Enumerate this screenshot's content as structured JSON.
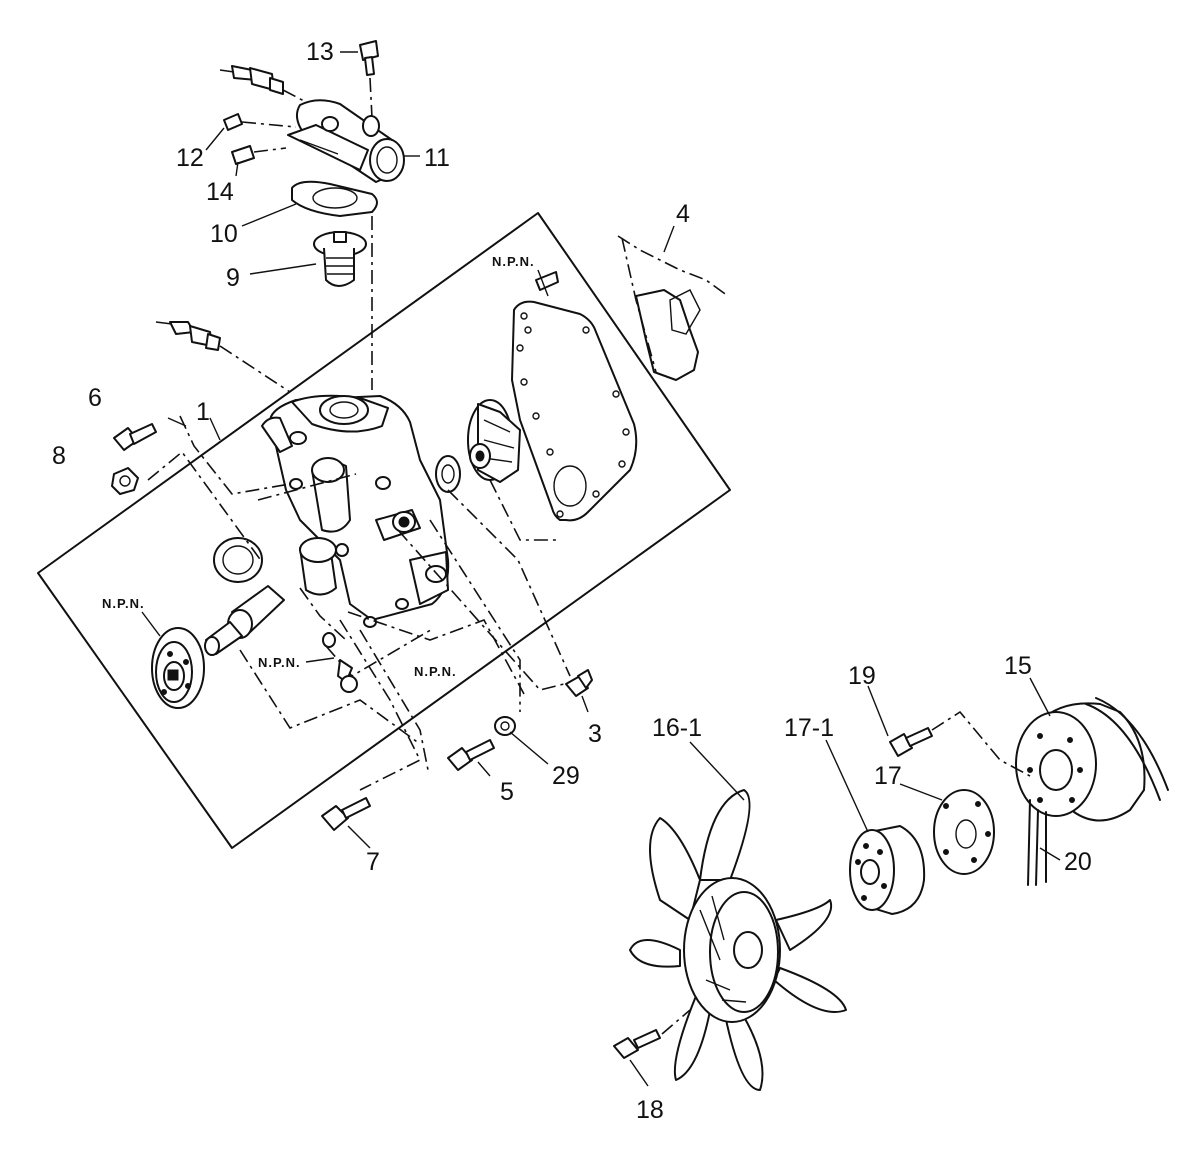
{
  "callouts": {
    "c13": "13",
    "c12": "12",
    "c14": "14",
    "c11": "11",
    "c10": "10",
    "c9": "9",
    "c4": "4",
    "c6": "6",
    "c8": "8",
    "c1": "1",
    "c3": "3",
    "c29": "29",
    "c5": "5",
    "c7": "7",
    "c16_1": "16-1",
    "c17_1": "17-1",
    "c17": "17",
    "c19": "19",
    "c15": "15",
    "c20": "20",
    "c18": "18"
  },
  "npn": {
    "top": "N.P.N.",
    "left": "N.P.N.",
    "mid": "N.P.N.",
    "right": "N.P.N."
  }
}
